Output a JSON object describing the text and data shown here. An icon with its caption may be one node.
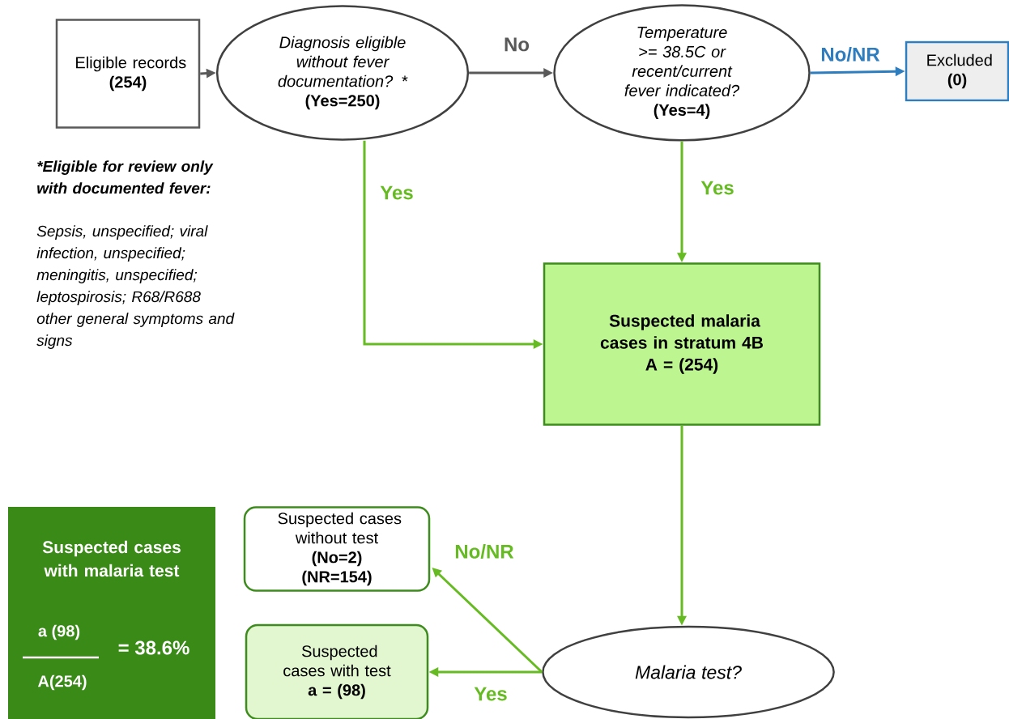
{
  "diagram": {
    "nodes": [
      {
        "text": [
          "Eligible records",
          "(254)"
        ]
      },
      {
        "text": [
          "Diagnosis eligible without fever documentation? *",
          "(Yes=250)"
        ]
      },
      {
        "text": [
          "Temperature >= 38.5C or recent/current fever indicated?",
          "(Yes=4)"
        ]
      },
      {
        "text": [
          "Excluded",
          "(0)"
        ]
      },
      {
        "text": [
          "Suspected malaria cases in stratum 4B",
          "A = (254)"
        ]
      },
      {
        "text": [
          "Suspected cases without test",
          "(No=2)",
          "(NR=154)"
        ]
      },
      {
        "text": [
          "Suspected cases with test",
          "a = (98)"
        ]
      },
      {
        "text": [
          "Malaria test?"
        ]
      },
      {
        "text": [
          "Suspected cases with malaria test",
          "a (98)",
          "A(254)",
          "= 38.6%"
        ]
      }
    ],
    "edges": [
      {
        "from": 0,
        "to": 1,
        "arrow": "to",
        "color": "#595959"
      },
      {
        "from": 1,
        "to": 2,
        "arrow": "to",
        "label": "No",
        "color": "#595959"
      },
      {
        "from": 2,
        "to": 3,
        "arrow": "to",
        "label": "No/NR",
        "color": "#2e7dbf"
      },
      {
        "from": 1,
        "to": 4,
        "arrow": "to",
        "label": "Yes"
      },
      {
        "from": 2,
        "to": 4,
        "arrow": "to",
        "label": "Yes"
      },
      {
        "from": 4,
        "to": 7,
        "arrow": "to"
      },
      {
        "from": 7,
        "to": 5,
        "arrow": "to",
        "label": "No/NR"
      },
      {
        "from": 7,
        "to": 6,
        "arrow": "to",
        "label": "Yes"
      }
    ],
    "labels": [
      "*Eligible for review only with documented fever:",
      "Sepsis, unspecified; viral infection, unspecified; meningitis, unspecified; leptospirosis; R68/R688 other general symptoms and signs"
    ]
  }
}
